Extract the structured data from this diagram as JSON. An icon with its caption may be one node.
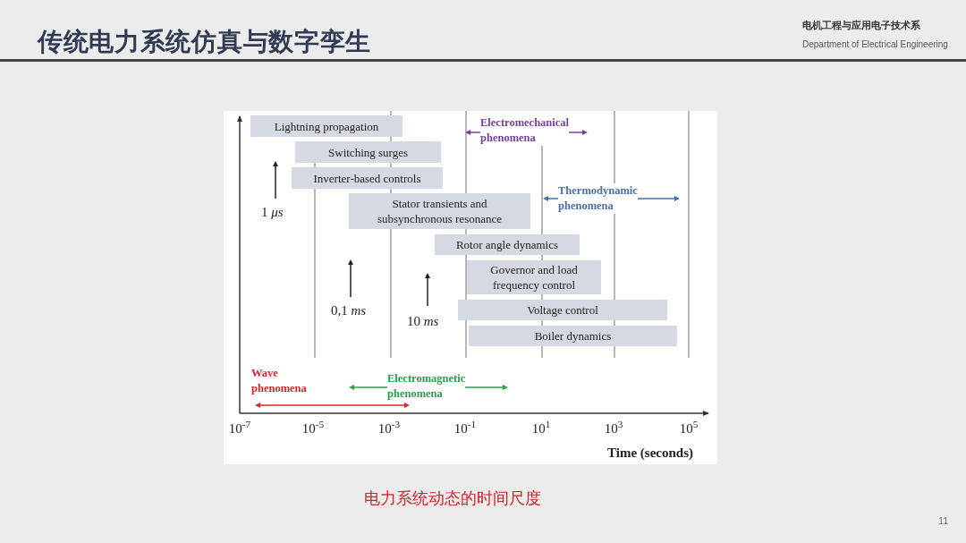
{
  "diagram": {
    "title": "传统电力系统仿真与数字孪生",
    "caption": "电力系统动态的时间尺度",
    "nodes": [
      {
        "text": [
          "Lightning propagation"
        ]
      },
      {
        "text": [
          "Switching surges"
        ]
      },
      {
        "text": [
          "Inverter-based controls"
        ]
      },
      {
        "text": [
          "Stator transients and subsynchronous resonance"
        ]
      },
      {
        "text": [
          "Rotor angle dynamics"
        ]
      },
      {
        "text": [
          "Governor and load frequency control"
        ]
      },
      {
        "text": [
          "Voltage control"
        ]
      },
      {
        "text": [
          "Boiler dynamics"
        ]
      }
    ],
    "labels": [
      "电机工程与应用电子技术系",
      "Department of Electrical Engineering",
      "Electromechanical phenomena",
      "Thermodynamic phenomena",
      "1 *μs*",
      "0,1 *ms*",
      "10 *ms*",
      "Wave phenomena",
      "Electromagnetic phenomena",
      "10$^{-7}$",
      "10$^{-5}$",
      "10$^{-3}$",
      "10$^{-1}$",
      "10$^{1}$",
      "10$^{3}$",
      "10$^{5}$",
      "Time (seconds)",
      "11"
    ]
  }
}
